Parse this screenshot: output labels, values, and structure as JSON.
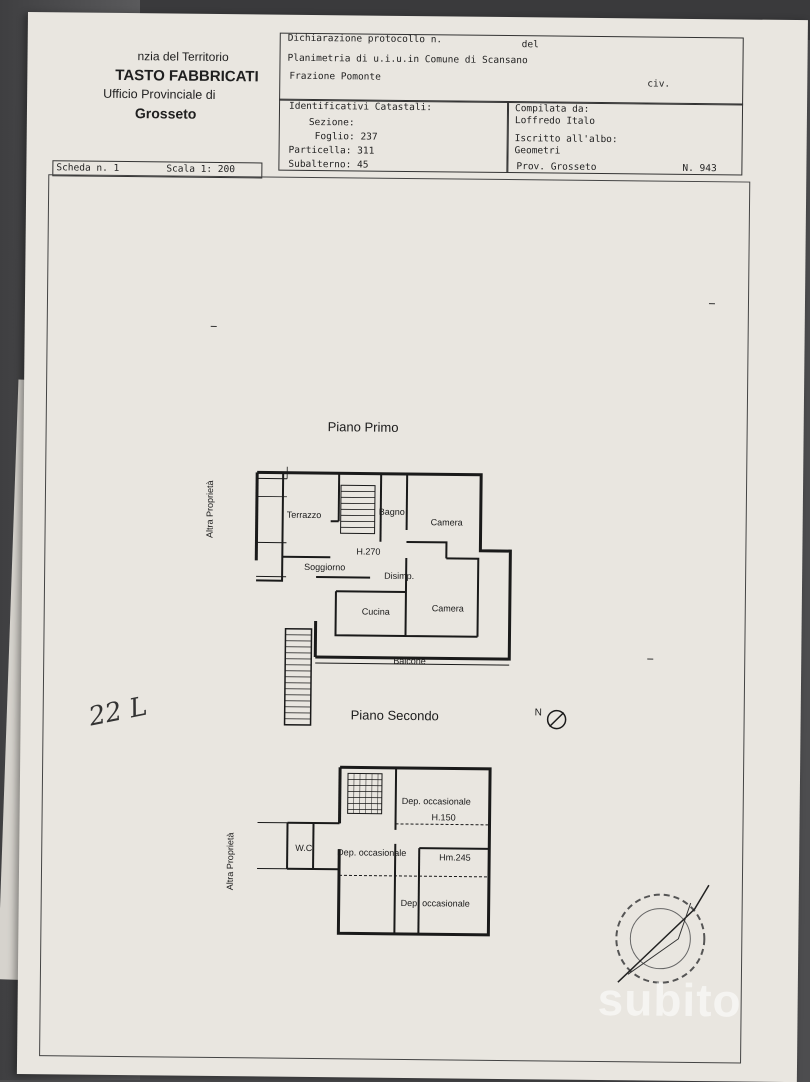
{
  "office": {
    "line1": "nzia del Territorio",
    "line2": "TASTO FABBRICATI",
    "line3": "Ufficio Provinciale di",
    "line4": "Grosseto"
  },
  "header": {
    "dichiarazione": "Dichiarazione protocollo n.",
    "del": "del",
    "planimetria": "Planimetria di u.i.u.in Comune di Scansano",
    "frazione": "Frazione Pomonte",
    "civ": "civ."
  },
  "catastali": {
    "title": "Identificativi Catastali:",
    "sezione": "Sezione:",
    "foglio": "Foglio: 237",
    "particella": "Particella: 311",
    "subalterno": "Subalterno: 45"
  },
  "compilata": {
    "title": "Compilata da:",
    "name": "Loffredo Italo",
    "iscritto": "Iscritto all'albo:",
    "albo": "Geometri",
    "prov": "Prov. Grosseto",
    "numero": "N.   943"
  },
  "scheda": {
    "scheda": "Scheda n. 1",
    "scala": "Scala 1: 200"
  },
  "piano_primo": {
    "title": "Piano Primo",
    "side_label": "Altra Proprietà",
    "rooms": {
      "terrazzo": "Terrazzo",
      "bagno": "Bagno",
      "camera1": "Camera",
      "h270": "H.270",
      "soggiorno": "Soggiorno",
      "disimp": "Disimp.",
      "cucina": "Cucina",
      "camera2": "Camera",
      "balcone": "Balcone"
    }
  },
  "piano_secondo": {
    "title": "Piano Secondo",
    "side_label": "Altra Proprietà",
    "rooms": {
      "dep1": "Dep. occasionale",
      "h150": "H.150",
      "wc": "W.C.",
      "dep2": "Dep. occasionale",
      "hm245": "Hm.245",
      "dep3": "Dep. occasionale"
    }
  },
  "north": "N",
  "handwritten": "22 L",
  "watermark": "subito",
  "colors": {
    "paper": "#e9e6e0",
    "ink": "#1a1a1a",
    "background": "#4d4d4f"
  }
}
